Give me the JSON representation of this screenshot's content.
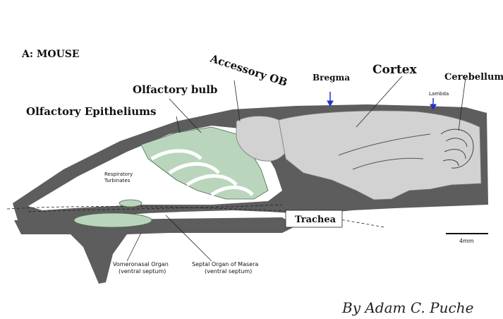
{
  "diagram": {
    "panel_title": "A: MOUSE",
    "labels": {
      "accessory_ob": "Accessory OB",
      "olfactory_bulb": "Olfactory bulb",
      "olfactory_epithelium": "Olfactory Epitheliums",
      "bregma": "Bregma",
      "cortex": "Cortex",
      "cerebellum": "Cerebellum",
      "lambda": "Lambda",
      "respiratory_turbinates": [
        "Respiratory",
        "Turbinates"
      ],
      "trachea": "Trachea",
      "vomeronasal_organ": [
        "Vomeronasal Organ",
        "(ventral septum)"
      ],
      "septal_organ": [
        "Septal Organ of Masera",
        "(ventral septum)"
      ],
      "scale_bar": "4mm"
    },
    "signature": "By Adam C. Puche",
    "colors": {
      "skull": "#5d5d5d",
      "brain": "#d2d2d2",
      "epithelium": "#b9d6bd",
      "arrow": "#2233cc"
    }
  }
}
